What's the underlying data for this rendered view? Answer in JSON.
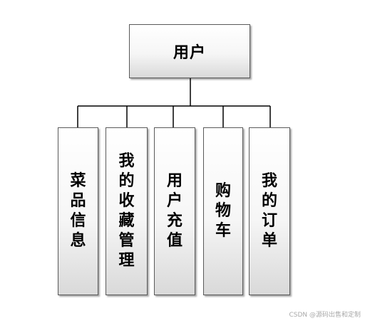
{
  "diagram": {
    "root": {
      "label": "用户"
    },
    "children": [
      {
        "label": "菜品信息"
      },
      {
        "label": "我的收藏管理"
      },
      {
        "label": "用户充值"
      },
      {
        "label": "购物车"
      },
      {
        "label": "我的订单"
      }
    ]
  },
  "watermark": "CSDN @源码出售和定制"
}
